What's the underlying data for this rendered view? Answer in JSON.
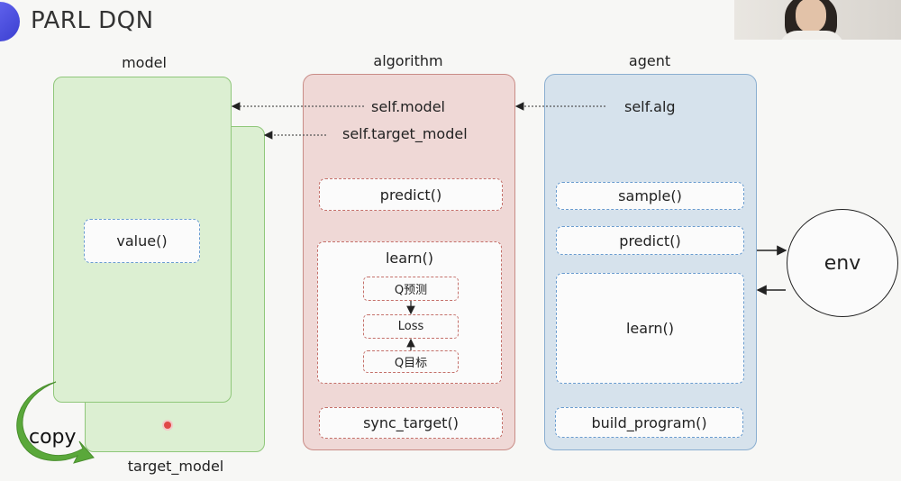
{
  "slide": {
    "title": "PARL DQN"
  },
  "columns": {
    "model_label": "model",
    "algorithm_label": "algorithm",
    "agent_label": "agent",
    "target_model_label": "target_model"
  },
  "model": {
    "value_fn": "value()",
    "copy_label": "copy"
  },
  "algorithm": {
    "self_model": "self.model",
    "self_target_model": "self.target_model",
    "predict": "predict()",
    "learn": "learn()",
    "learn_steps": [
      "Q预测",
      "Loss",
      "Q目标"
    ],
    "sync_target": "sync_target()"
  },
  "agent": {
    "self_alg": "self.alg",
    "sample": "sample()",
    "predict": "predict()",
    "learn": "learn()",
    "build_program": "build_program()"
  },
  "env": {
    "label": "env"
  },
  "colors": {
    "model_fill": "#dcefd2",
    "model_border": "#8fc77a",
    "algorithm_fill": "#efd8d6",
    "algorithm_border": "#c98c86",
    "agent_fill": "#d6e2ec",
    "agent_border": "#8aaed0",
    "copy_arrow": "#5aa83a"
  }
}
